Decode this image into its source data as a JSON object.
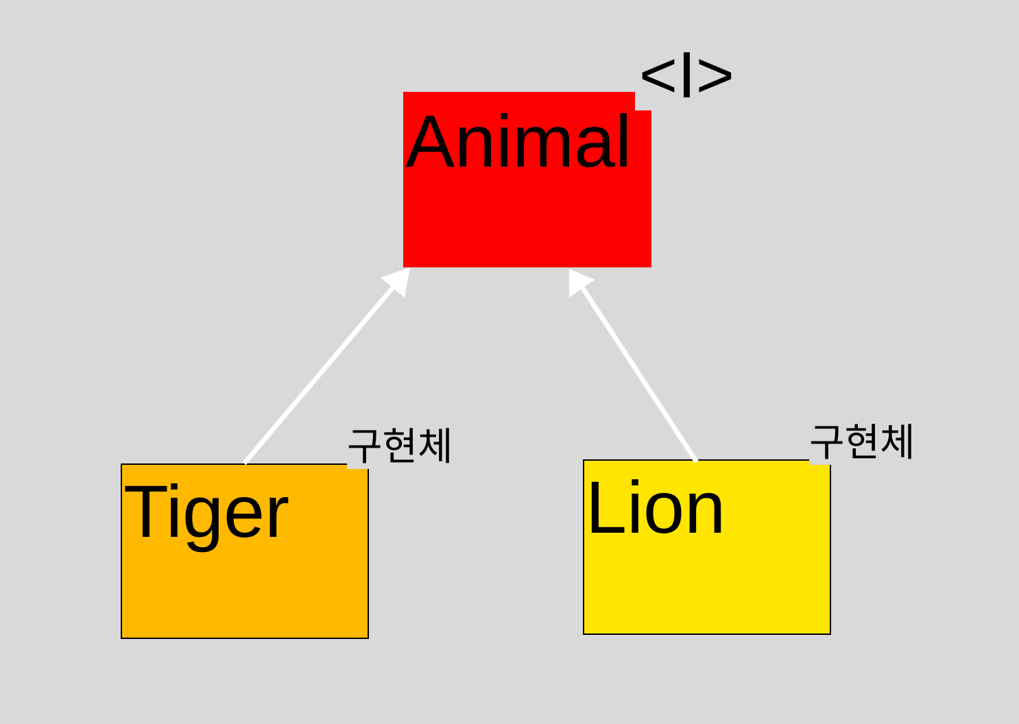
{
  "interface": {
    "name": "Animal",
    "stereotype": "<I>",
    "color": "#ff0000"
  },
  "implementations": [
    {
      "name": "Tiger",
      "relation_label": "구현체",
      "color": "#ffb900"
    },
    {
      "name": "Lion",
      "relation_label": "구현체",
      "color": "#ffe500"
    }
  ],
  "arrow_color": "#ffffff"
}
